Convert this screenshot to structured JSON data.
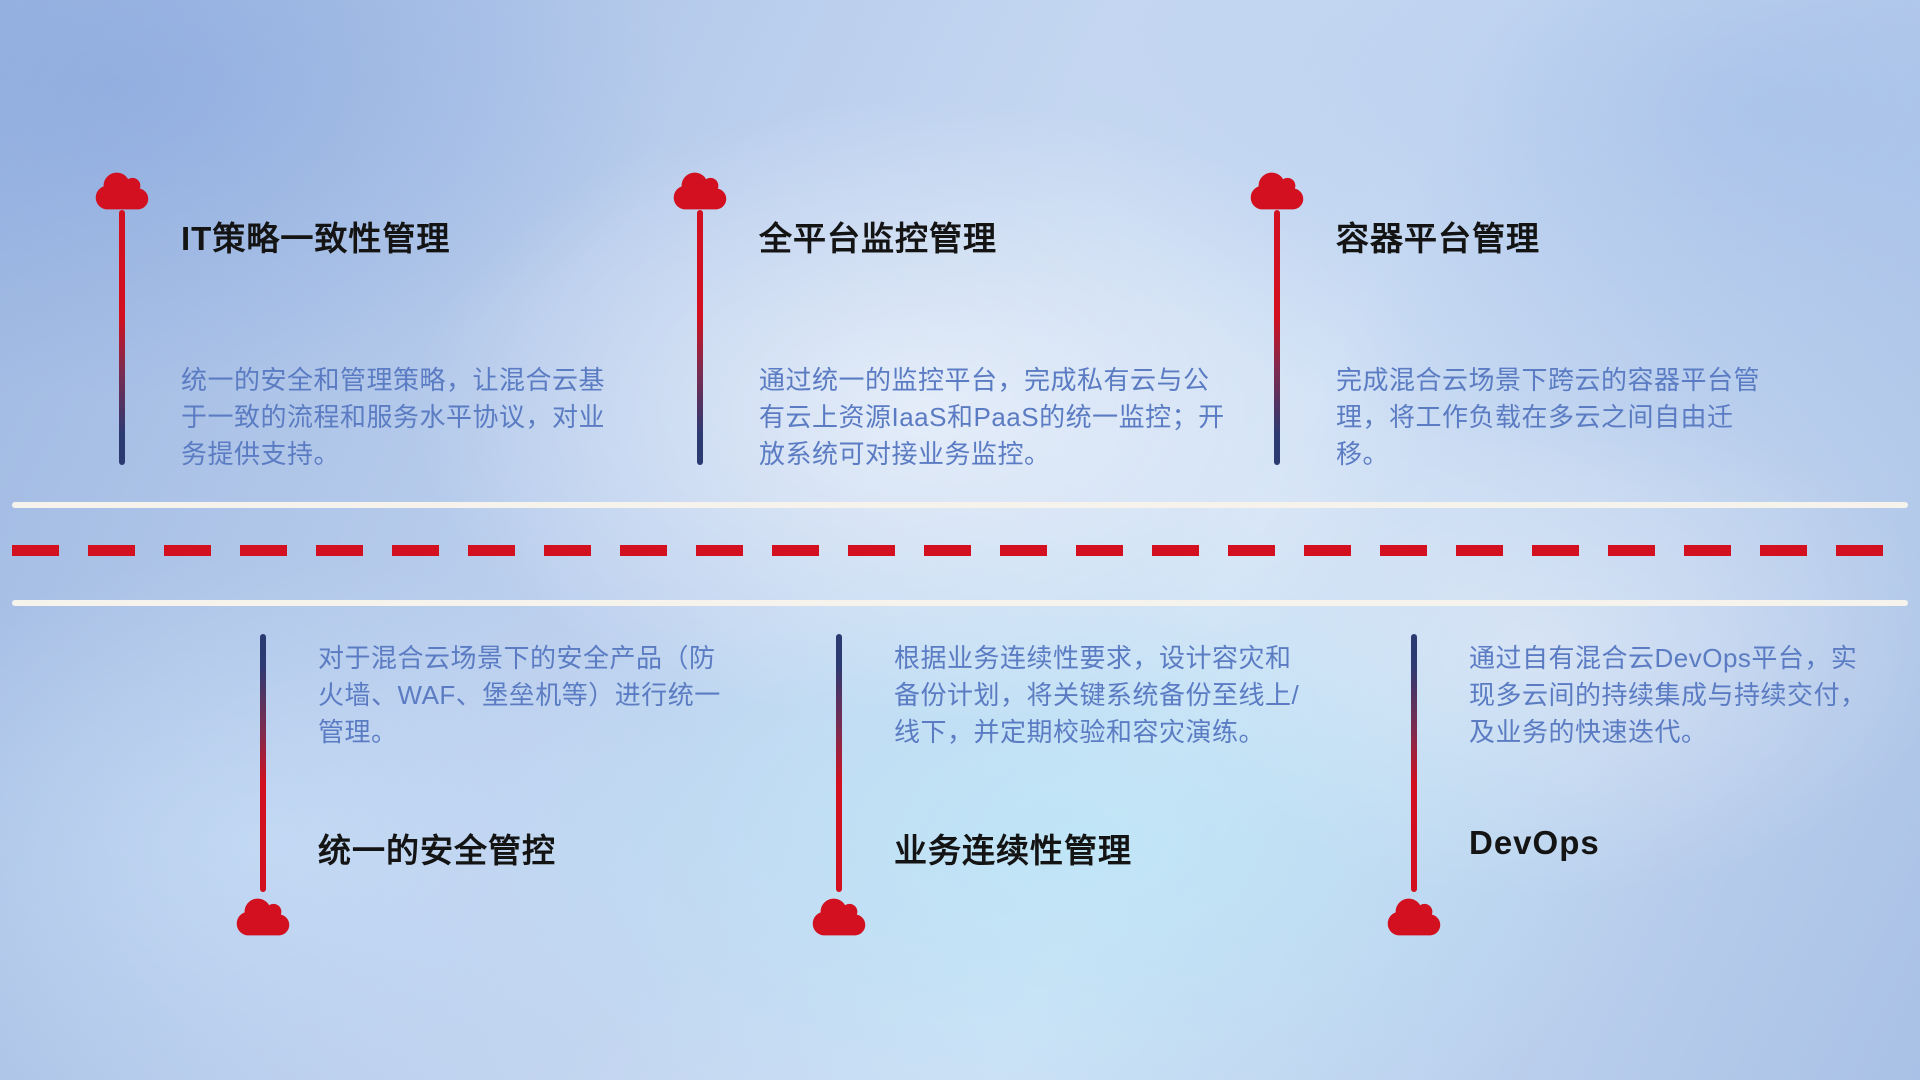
{
  "colors": {
    "accent_red": "#d2101f",
    "stem_navy": "#2c3a72",
    "description_blue": "#5b7cc3",
    "title_color": "#141414",
    "road_white": "#f6f3ed"
  },
  "items": {
    "top": [
      {
        "title": "IT策略一致性管理",
        "description": "统一的安全和管理策略，让混合云基于一致的流程和服务水平协议，对业务提供支持。"
      },
      {
        "title": "全平台监控管理",
        "description": "通过统一的监控平台，完成私有云与公有云上资源IaaS和PaaS的统一监控；开放系统可对接业务监控。"
      },
      {
        "title": "容器平台管理",
        "description": "完成混合云场景下跨云的容器平台管理，将工作负载在多云之间自由迁移。"
      }
    ],
    "bottom": [
      {
        "title": "统一的安全管控",
        "description": "对于混合云场景下的安全产品（防火墙、WAF、堡垒机等）进行统一管理。"
      },
      {
        "title": "业务连续性管理",
        "description": "根据业务连续性要求，设计容灾和备份计划，将关键系统备份至线上/线下，并定期校验和容灾演练。"
      },
      {
        "title": "DevOps",
        "description": "通过自有混合云DevOps平台，实现多云间的持续集成与持续交付，及业务的快速迭代。"
      }
    ]
  }
}
